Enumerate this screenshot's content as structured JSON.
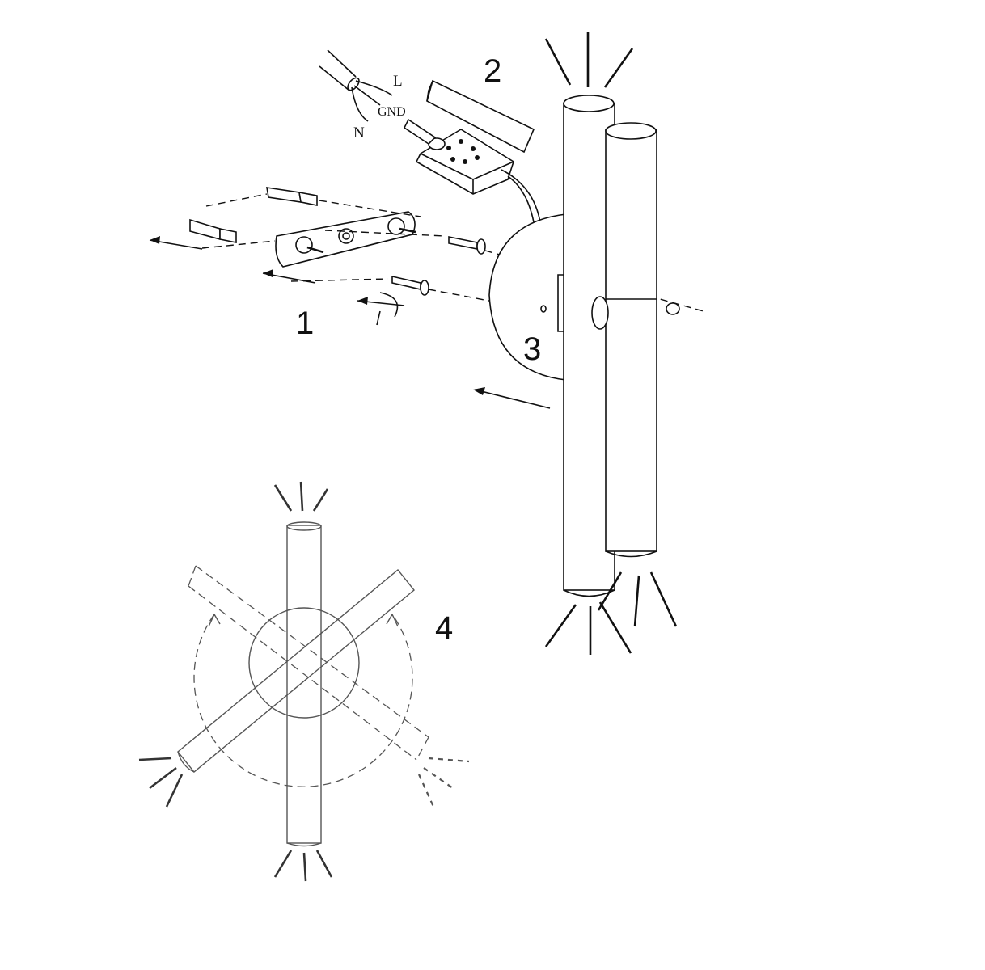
{
  "steps": {
    "step1": "1",
    "step2": "2",
    "step3": "3",
    "step4": "4"
  },
  "wires": {
    "live": "L",
    "ground": "GND",
    "neutral": "N"
  }
}
